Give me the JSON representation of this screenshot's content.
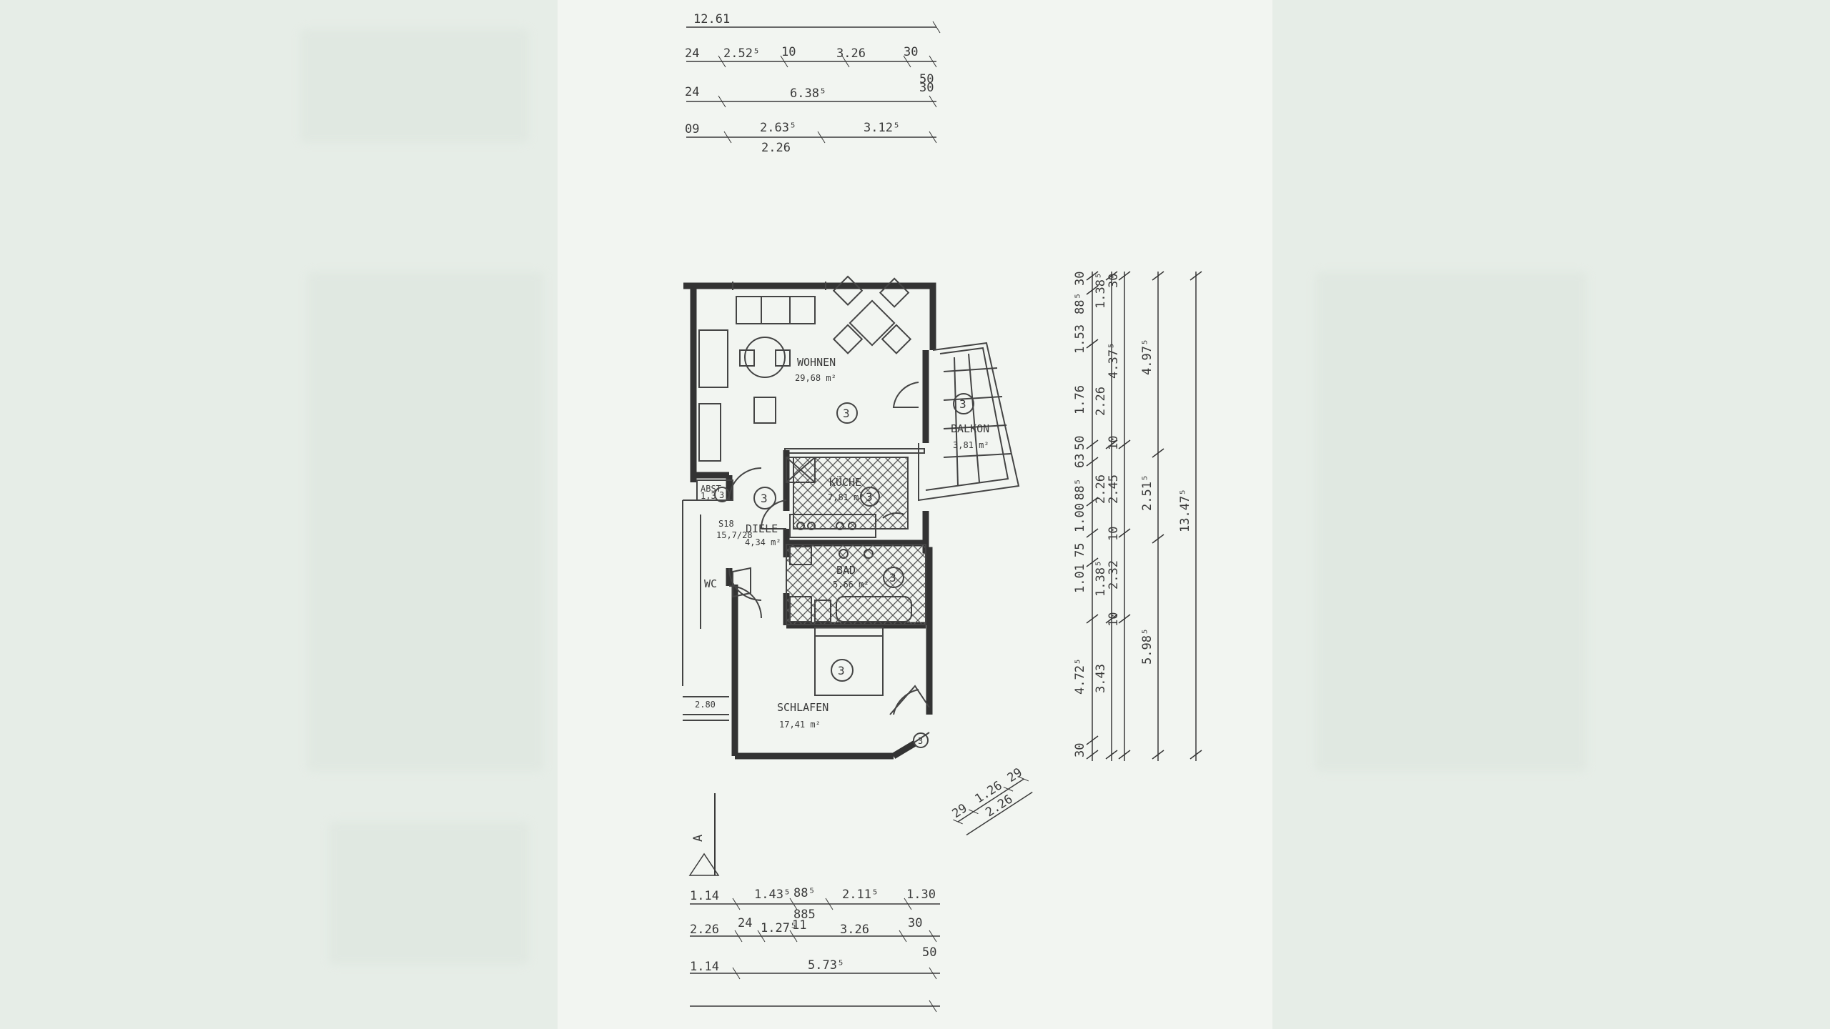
{
  "rooms": {
    "wohnen": {
      "name": "WOHNEN",
      "area": "29,68 m²",
      "marker": "3"
    },
    "balkon": {
      "name": "BALKON",
      "area": "3,81 m²",
      "marker": "3"
    },
    "kueche": {
      "name": "KÜCHE",
      "area": "7,81 m²",
      "marker": "3"
    },
    "diele": {
      "name": "DIELE",
      "area": "4,34 m²",
      "marker": "3"
    },
    "bad": {
      "name": "BAD",
      "area": "5,66 m²",
      "marker": "3"
    },
    "schlafen": {
      "name": "SCHLAFEN",
      "area": "17,41 m²",
      "marker": "3"
    },
    "abst": {
      "name": "ABST",
      "area": "1,3",
      "marker": "3"
    },
    "wc": {
      "name": "WC"
    },
    "stair": {
      "label": "S18",
      "sub": "15,7/28"
    },
    "corner_marker": "3",
    "left_dim": "2.80"
  },
  "top_dims": {
    "r1": {
      "total": "12.61"
    },
    "r2": {
      "a": "24",
      "b": "2.52⁵",
      "c": "10",
      "d": "3.26",
      "e": "30"
    },
    "r3": {
      "a": "24",
      "b": "6.38⁵",
      "c": "30",
      "d": "50"
    },
    "r4": {
      "a": "09",
      "b": "2.63⁵",
      "c": "3.12⁵",
      "d": "2.26"
    }
  },
  "bottom_dims": {
    "r1": {
      "a": "1.14",
      "b": "1.43⁵",
      "c": "88⁵",
      "d": "2.11⁵",
      "e": "1.30",
      "f": "885"
    },
    "r2": {
      "a": "2.26",
      "b": "24",
      "c": "1.27⁵",
      "d": "11",
      "e": "3.26",
      "f": "30"
    },
    "r3": {
      "a": "1.14",
      "b": "5.73⁵",
      "c": "50"
    }
  },
  "right_dims": {
    "col1": [
      "30",
      "88⁵",
      "1.53",
      "1.76",
      "50",
      "63",
      "88⁵",
      "1.00",
      "75",
      "1.01",
      "4.72⁵",
      "30"
    ],
    "col2": [
      "1.38⁵",
      "2.26",
      "2.26",
      "1.38⁵",
      "3.43"
    ],
    "col3": [
      "30",
      "4.37⁵",
      "10",
      "2.45",
      "10",
      "2.32",
      "10"
    ],
    "col4": [
      "4.97⁵",
      "2.51⁵",
      "5.98⁵"
    ],
    "col5": [
      "13.47⁵"
    ]
  },
  "diag_dims": {
    "a": "29",
    "b": "1.26",
    "c": "29",
    "d": "2.26"
  },
  "section": {
    "label": "A"
  }
}
